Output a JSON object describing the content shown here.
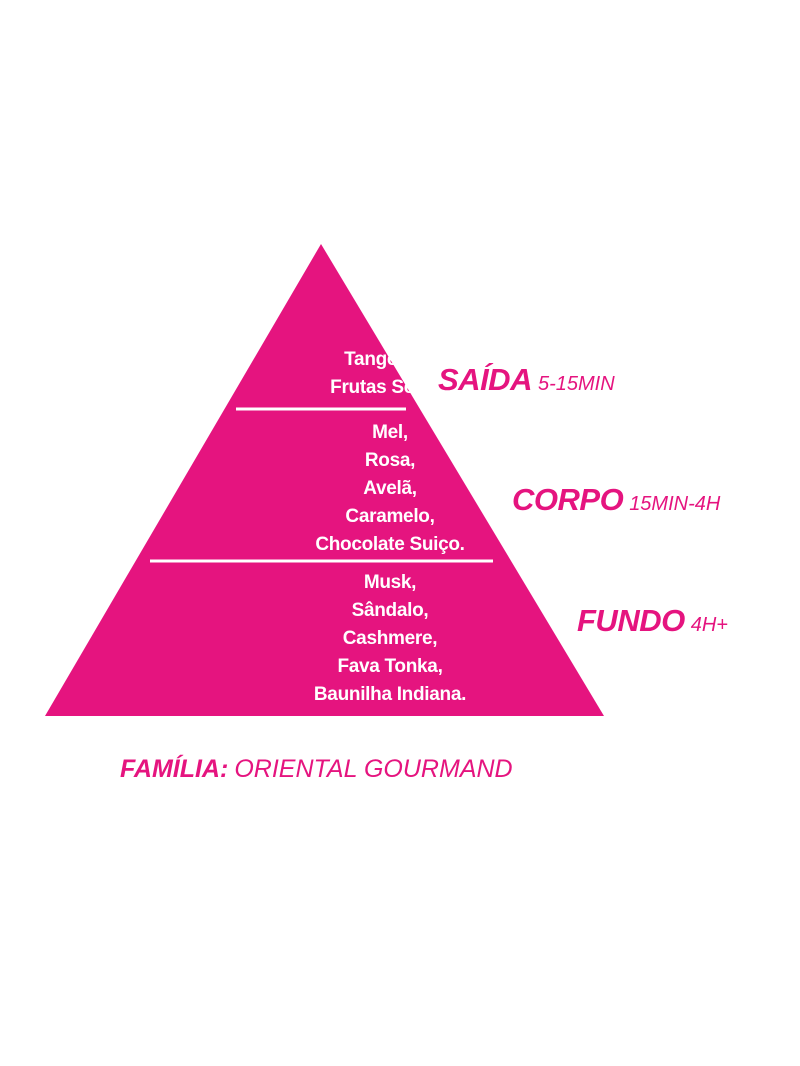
{
  "colors": {
    "accent": "#e5147f",
    "text_on_accent": "#ffffff",
    "background": "#ffffff"
  },
  "tiers": [
    {
      "name": "SAÍDA",
      "duration": "5-15MIN",
      "notes": [
        "Tangerina,",
        "Frutas Secas."
      ]
    },
    {
      "name": "CORPO",
      "duration": "15MIN-4H",
      "notes": [
        "Mel,",
        "Rosa,",
        "Avelã,",
        "Caramelo,",
        "Chocolate Suiço."
      ]
    },
    {
      "name": "FUNDO",
      "duration": "4H+",
      "notes": [
        "Musk,",
        "Sândalo,",
        "Cashmere,",
        "Fava Tonka,",
        "Baunilha Indiana."
      ]
    }
  ],
  "family": {
    "label": "FAMÍLIA:",
    "value": "ORIENTAL GOURMAND"
  }
}
